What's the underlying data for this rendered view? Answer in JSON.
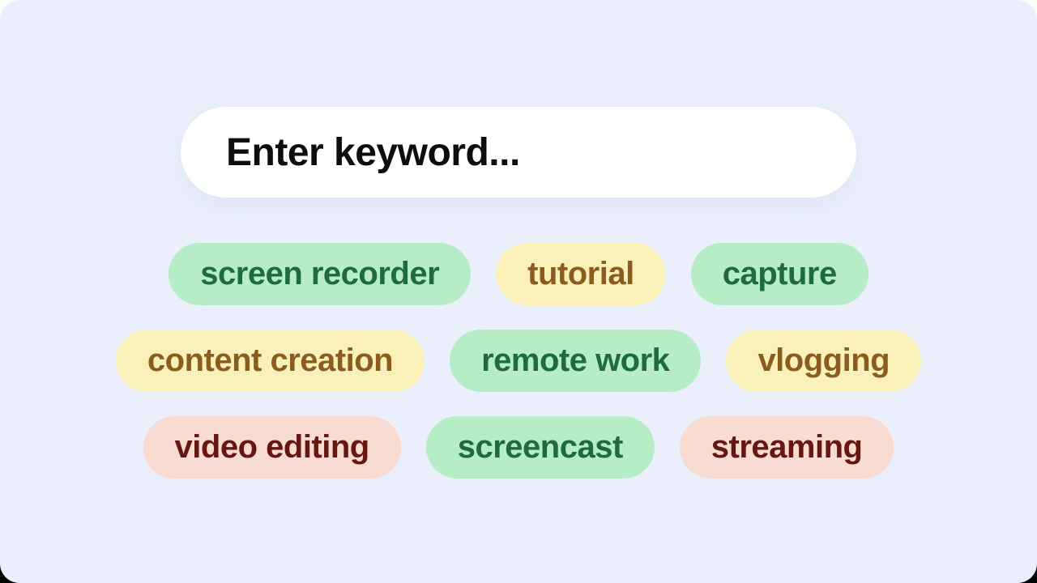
{
  "search": {
    "placeholder": "Enter keyword..."
  },
  "tags": {
    "items": [
      {
        "label": "screen recorder",
        "type": "green"
      },
      {
        "label": "tutorial",
        "type": "yellow"
      },
      {
        "label": "capture",
        "type": "green"
      },
      {
        "label": "content creation",
        "type": "yellow"
      },
      {
        "label": "remote work",
        "type": "green"
      },
      {
        "label": "vlogging",
        "type": "yellow"
      },
      {
        "label": "video editing",
        "type": "red"
      },
      {
        "label": "screencast",
        "type": "green"
      },
      {
        "label": "streaming",
        "type": "red"
      }
    ]
  },
  "colors": {
    "outer_top": "#ffffff",
    "outer_bottom": "#000000",
    "panel_bg": "#eaeffb",
    "search_bg": "#ffffff",
    "search_text": "#0d0d0d",
    "green_bg": "#b7edc6",
    "green_text": "#1f6b3a",
    "yellow_bg": "#faf1ba",
    "yellow_text": "#8a5c1e",
    "red_bg": "#f8dbd1",
    "red_text": "#671712"
  }
}
